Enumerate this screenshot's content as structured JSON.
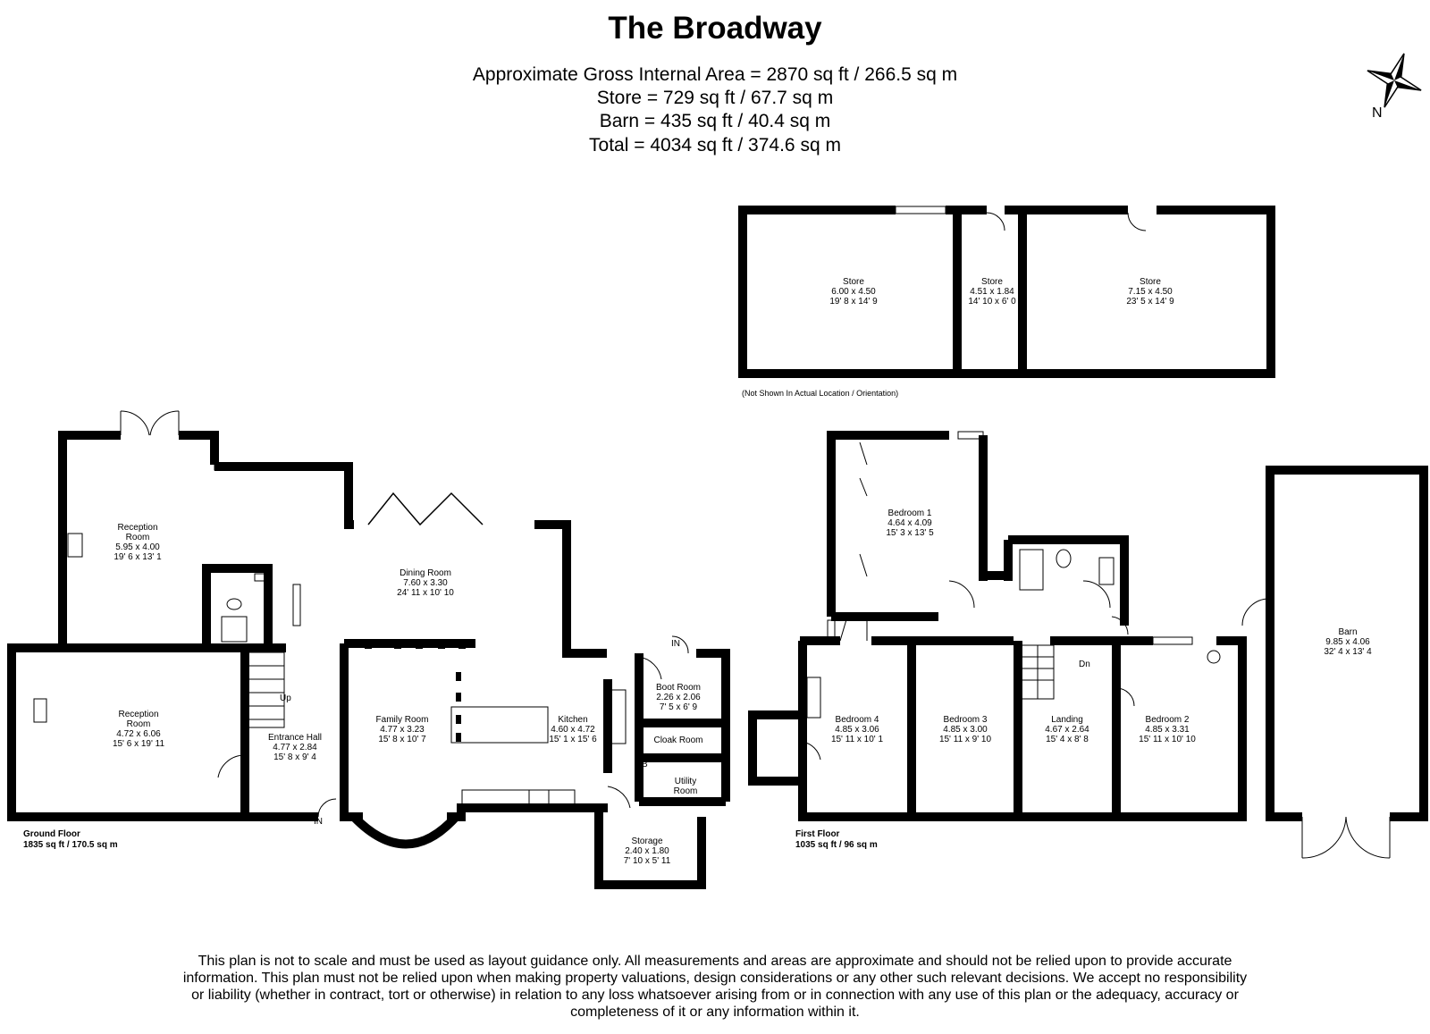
{
  "title": "The Broadway",
  "areas": [
    "Approximate Gross Internal Area = 2870 sq ft / 266.5 sq m",
    "Store = 729 sq ft / 67.7 sq m",
    "Barn = 435 sq ft / 40.4 sq m",
    "Total = 4034 sq ft / 374.6 sq m"
  ],
  "compass": {
    "label": "N",
    "icon": "compass-rose-icon"
  },
  "stores_note": "(Not Shown In Actual Location / Orientation)",
  "rooms": {
    "store_1": {
      "name": "Store",
      "metric": "6.00 x 4.50",
      "imperial": "19' 8 x 14' 9"
    },
    "store_2": {
      "name": "Store",
      "metric": "4.51 x 1.84",
      "imperial": "14' 10 x 6' 0"
    },
    "store_3": {
      "name": "Store",
      "metric": "7.15 x 4.50",
      "imperial": "23' 5 x 14' 9"
    },
    "reception_upper": {
      "name": "Reception\nRoom",
      "metric": "5.95 x 4.00",
      "imperial": "19' 6 x 13' 1"
    },
    "dining": {
      "name": "Dining Room",
      "metric": "7.60 x 3.30",
      "imperial": "24' 11 x 10' 10"
    },
    "reception_lower": {
      "name": "Reception\nRoom",
      "metric": "4.72 x 6.06",
      "imperial": "15' 6 x 19' 11"
    },
    "entrance_hall": {
      "name": "Entrance Hall",
      "metric": "4.77 x 2.84",
      "imperial": "15' 8 x 9' 4"
    },
    "family": {
      "name": "Family Room",
      "metric": "4.77 x 3.23",
      "imperial": "15' 8 x 10' 7"
    },
    "kitchen": {
      "name": "Kitchen",
      "metric": "4.60 x 4.72",
      "imperial": "15' 1 x 15' 6"
    },
    "boot_room": {
      "name": "Boot Room",
      "metric": "2.26 x 2.06",
      "imperial": "7' 5 x 6' 9"
    },
    "cloak_room": {
      "name": "Cloak Room",
      "metric": "",
      "imperial": ""
    },
    "utility": {
      "name": "Utility\nRoom",
      "metric": "",
      "imperial": ""
    },
    "storage": {
      "name": "Storage",
      "metric": "2.40 x 1.80",
      "imperial": "7' 10 x 5' 11"
    },
    "bedroom1": {
      "name": "Bedroom 1",
      "metric": "4.64 x 4.09",
      "imperial": "15' 3 x 13' 5"
    },
    "bedroom4": {
      "name": "Bedroom 4",
      "metric": "4.85 x 3.06",
      "imperial": "15' 11 x 10' 1"
    },
    "bedroom3": {
      "name": "Bedroom 3",
      "metric": "4.85 x 3.00",
      "imperial": "15' 11 x 9' 10"
    },
    "landing": {
      "name": "Landing",
      "metric": "4.67 x 2.64",
      "imperial": "15' 4 x 8' 8"
    },
    "bedroom2": {
      "name": "Bedroom 2",
      "metric": "4.85 x 3.31",
      "imperial": "15' 11 x 10' 10"
    },
    "barn": {
      "name": "Barn",
      "metric": "9.85 x 4.06",
      "imperial": "32' 4 x 13' 4"
    }
  },
  "markers": {
    "up": "Up",
    "dn": "Dn",
    "in": "IN",
    "boiler": "B"
  },
  "floors": {
    "ground": {
      "name": "Ground Floor",
      "area": "1835 sq ft / 170.5 sq m"
    },
    "first": {
      "name": "First Floor",
      "area": "1035 sq ft / 96 sq m"
    }
  },
  "disclaimer": "This plan is not to scale and must be used as layout guidance only. All measurements and areas are approximate and should not be relied upon to provide accurate information. This plan must not be relied upon when making property valuations, design considerations or any other such relevant decisions. We accept no responsibility or liability (whether in contract, tort or otherwise) in relation to any loss whatsoever arising from or in connection with any use of this plan or the adequacy, accuracy or completeness of it or any information within it."
}
